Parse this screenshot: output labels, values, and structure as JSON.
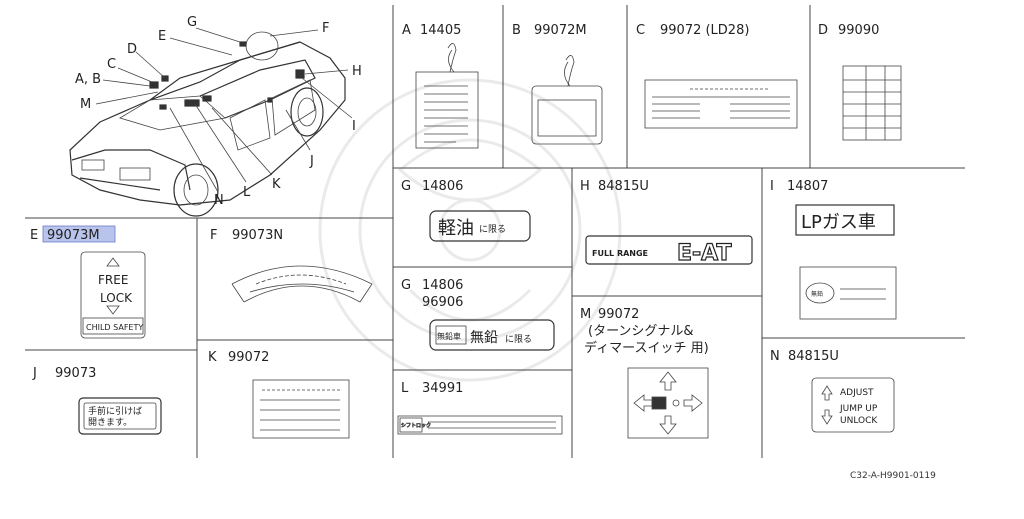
{
  "callouts": [
    "G",
    "F",
    "E",
    "D",
    "C",
    "A, B",
    "H",
    "M",
    "I",
    "J",
    "K",
    "L",
    "N"
  ],
  "cells": {
    "A": {
      "letter": "A",
      "part": "14405"
    },
    "B": {
      "letter": "B",
      "part": "99072M"
    },
    "C": {
      "letter": "C",
      "part": "99072 (LD28)"
    },
    "D": {
      "letter": "D",
      "part": "99090"
    },
    "G1": {
      "letter": "G",
      "part": "14806",
      "label_main": "軽油",
      "label_suffix": "に限る"
    },
    "H": {
      "letter": "H",
      "part": "84815U",
      "label_small": "FULL RANGE",
      "label_big": "E-AT"
    },
    "I": {
      "letter": "I",
      "part": "14807",
      "label_main": "LPガス車",
      "seal": "無鉛"
    },
    "E": {
      "letter": "E",
      "part": "99073M",
      "free": "FREE",
      "lock": "LOCK",
      "child": "CHILD SAFETY"
    },
    "F": {
      "letter": "F",
      "part": "99073N"
    },
    "G2": {
      "letter": "G",
      "part": "14806",
      "part2": "96906",
      "box": "無鉛車",
      "main": "無鉛",
      "suffix": "に限る"
    },
    "M": {
      "letter": "M",
      "part": "99072",
      "line2": "(ターンシグナル&",
      "line3": "ディマースイッチ 用)"
    },
    "J": {
      "letter": "J",
      "part": "99073",
      "line1": "手前に引けば",
      "line2": "開きます。"
    },
    "K": {
      "letter": "K",
      "part": "99072"
    },
    "L": {
      "letter": "L",
      "part": "34991",
      "box": "シフトロック"
    },
    "N": {
      "letter": "N",
      "part": "84815U",
      "adjust": "ADJUST",
      "jump": "JUMP UP",
      "unlock": "UNLOCK"
    }
  },
  "footer": {
    "code": "C32-A-H9901-0119"
  },
  "colors": {
    "highlight": "#b8c4ec",
    "line": "#444444",
    "paper": "#ffffff"
  }
}
